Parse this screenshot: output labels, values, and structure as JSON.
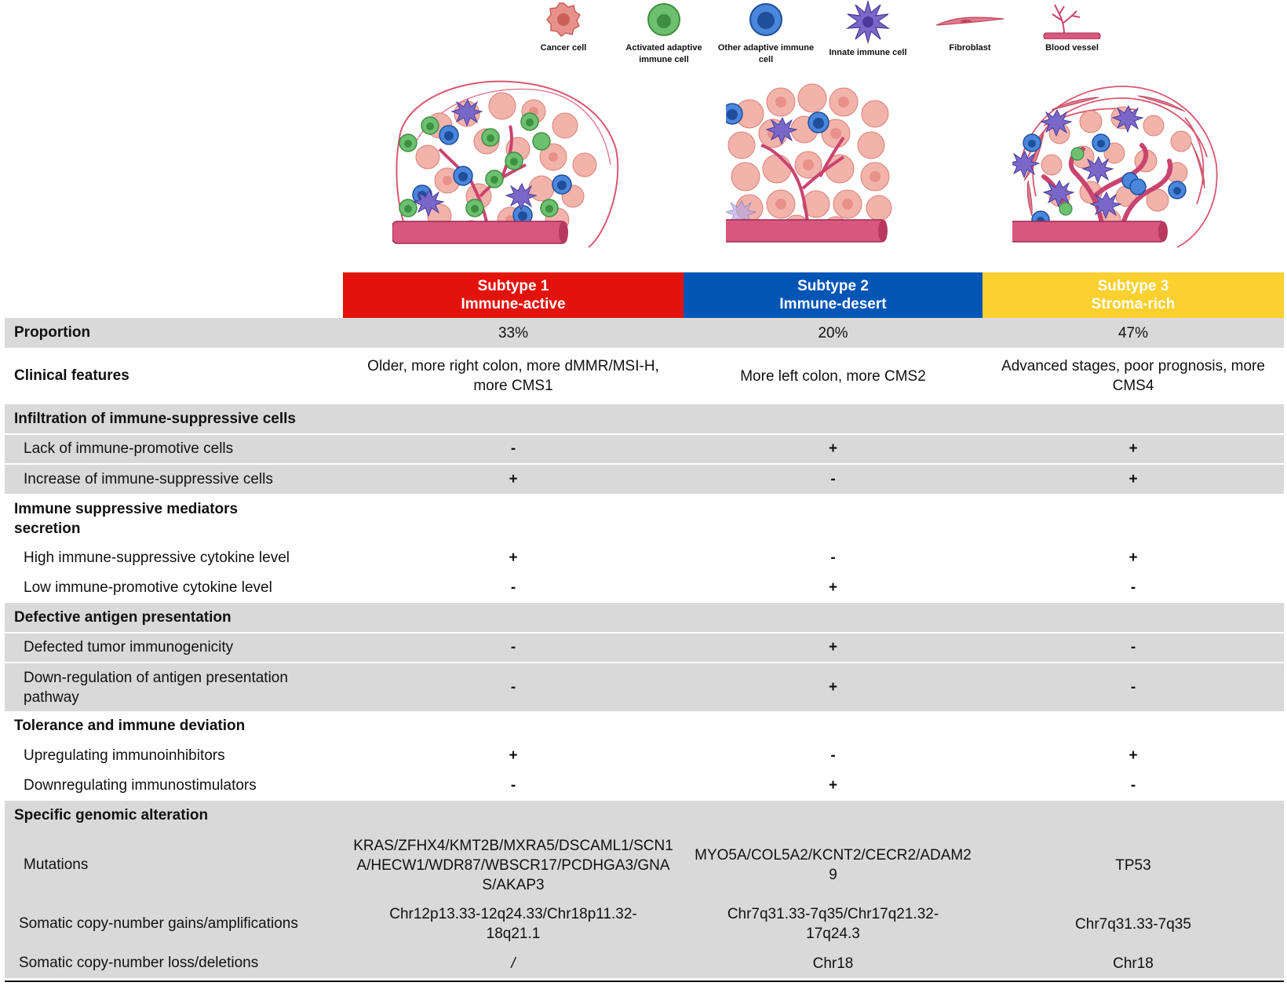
{
  "legend": [
    {
      "label": "Cancer cell",
      "icon": "cancer-cell-icon"
    },
    {
      "label": "Activated adaptive immune cell",
      "icon": "activated-adaptive-immune-cell-icon"
    },
    {
      "label": "Other adaptive immune cell",
      "icon": "other-adaptive-immune-cell-icon"
    },
    {
      "label": "Innate immune cell",
      "icon": "innate-immune-cell-icon"
    },
    {
      "label": "Fibroblast",
      "icon": "fibroblast-icon"
    },
    {
      "label": "Blood vessel",
      "icon": "blood-vessel-icon"
    }
  ],
  "colors": {
    "subtype1": "#e3120b",
    "subtype2": "#0055b5",
    "subtype3": "#fcd02f",
    "cancer": "#e8918a",
    "activated": "#6cc06f",
    "other_adaptive": "#4a86dc",
    "innate": "#7a68c8",
    "fibroblast": "#d9576f",
    "vessel": "#c9446e"
  },
  "subtypes": [
    {
      "line1": "Subtype 1",
      "line2": "Immune-active"
    },
    {
      "line1": "Subtype 2",
      "line2": "Immune-desert"
    },
    {
      "line1": "Subtype 3",
      "line2": "Stroma-rich"
    }
  ],
  "rows": {
    "proportion": {
      "label": "Proportion",
      "values": [
        "33%",
        "20%",
        "47%"
      ]
    },
    "clinical": {
      "label": "Clinical features",
      "values": [
        "Older, more right colon, more dMMR/MSI-H, more CMS1",
        "More left colon, more CMS2",
        "Advanced stages, poor prognosis, more CMS4"
      ]
    },
    "infiltration": {
      "label": "Infiltration of immune-suppressive cells"
    },
    "lack_promotive": {
      "label": "Lack of immune-promotive cells",
      "values": [
        "-",
        "+",
        "+"
      ]
    },
    "increase_suppressive": {
      "label": "Increase of immune-suppressive cells",
      "values": [
        "+",
        "-",
        "+"
      ]
    },
    "mediators": {
      "label": "Immune suppressive mediators secretion"
    },
    "high_cytokine": {
      "label": "High immune-suppressive cytokine level",
      "values": [
        "+",
        "-",
        "+"
      ]
    },
    "low_cytokine": {
      "label": "Low immune-promotive cytokine level",
      "values": [
        "-",
        "+",
        "-"
      ]
    },
    "antigen": {
      "label": "Defective antigen presentation"
    },
    "immunogenicity": {
      "label": "Defected tumor immunogenicity",
      "values": [
        "-",
        "+",
        "-"
      ]
    },
    "downreg_antigen": {
      "label": "Down-regulation of antigen presentation pathway",
      "values": [
        "-",
        "+",
        "-"
      ]
    },
    "tolerance": {
      "label": "Tolerance and immune deviation"
    },
    "upreg_inhib": {
      "label": "Upregulating immunoinhibitors",
      "values": [
        "+",
        "-",
        "+"
      ]
    },
    "downreg_stim": {
      "label": "Downregulating immunostimulators",
      "values": [
        "-",
        "+",
        "-"
      ]
    },
    "genomic": {
      "label": "Specific genomic alteration"
    },
    "mutations": {
      "label": "Mutations",
      "values": [
        "KRAS/ZFHX4/KMT2B/MXRA5/DSCAML1/SCN1A/HECW1/WDR87/WBSCR17/PCDHGA3/GNAS/AKAP3",
        "MYO5A/COL5A2/KCNT2/CECR2/ADAM29",
        "TP53"
      ]
    },
    "gains": {
      "label": "Somatic copy-number gains/amplifications",
      "values": [
        "Chr12p13.33-12q24.33/Chr18p11.32-18q21.1",
        "Chr7q31.33-7q35/Chr17q21.32-17q24.3",
        "Chr7q31.33-7q35"
      ]
    },
    "losses": {
      "label": "Somatic copy-number loss/deletions",
      "values": [
        "/",
        "Chr18",
        "Chr18"
      ]
    }
  }
}
